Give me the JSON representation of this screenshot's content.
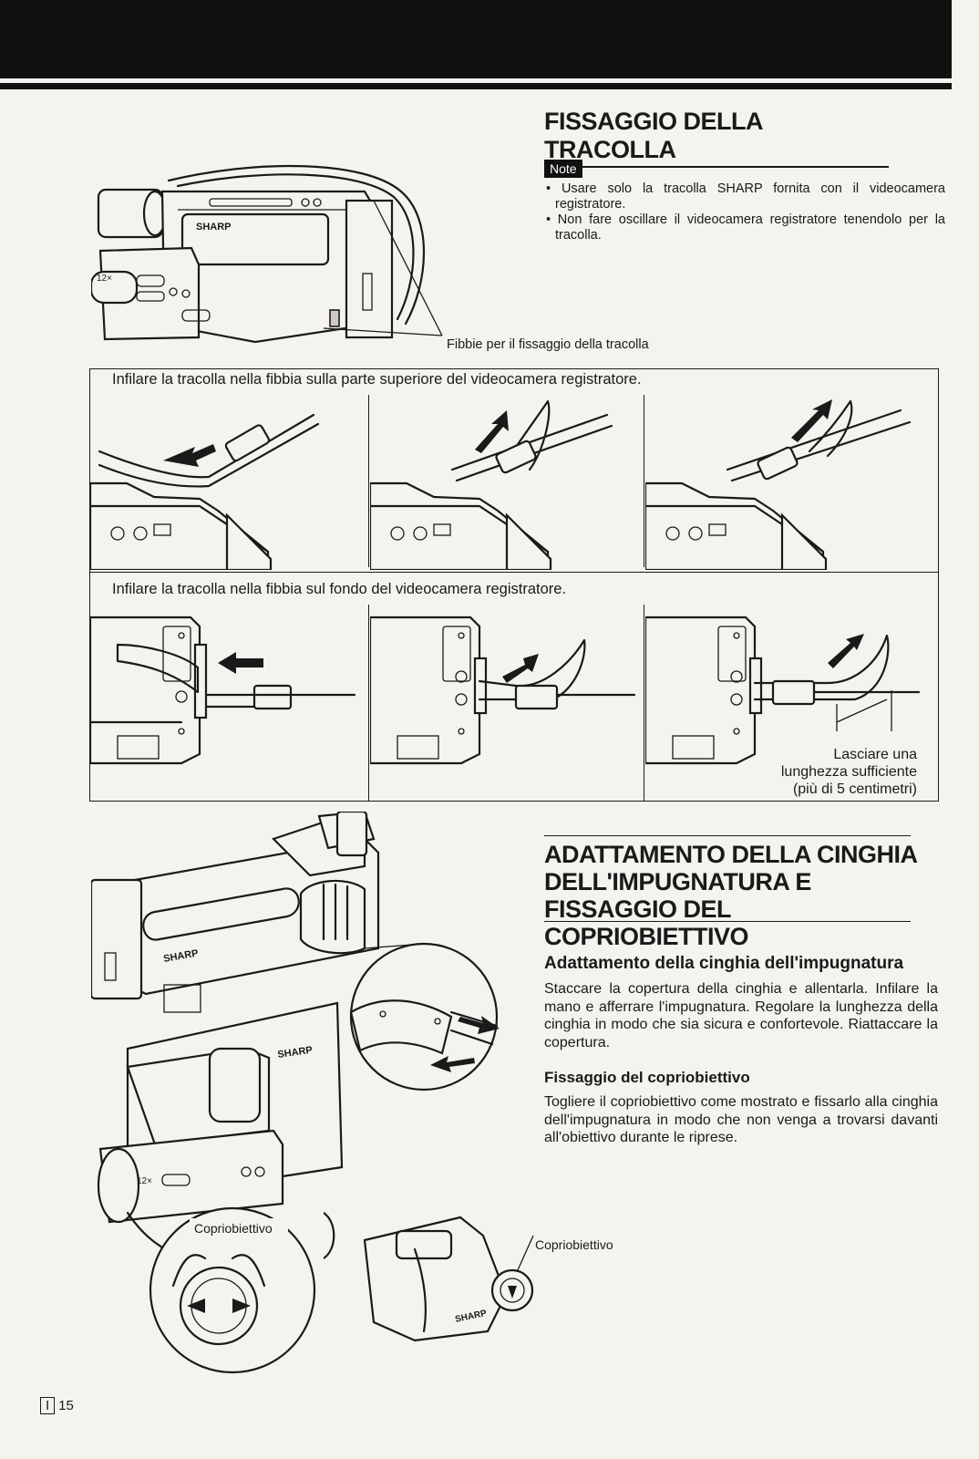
{
  "section_strap": {
    "title": "FISSAGGIO DELLA TRACOLLA",
    "note_badge": "Note",
    "notes": [
      "• Usare solo la tracolla SHARP fornita con il videocamera registratore.",
      "• Non fare oscillare il videocamera registratore tenendolo per la tracolla."
    ],
    "buckle_caption": "Fibbie per il fissaggio della tracolla",
    "brand_label": "SHARP",
    "zoom_label": "12×",
    "step_top": "Infilare la tracolla nella fibbia sulla parte superiore del videocamera registratore.",
    "step_bottom": "Infilare la tracolla nella fibbia sul fondo del videocamera registratore.",
    "length_note": "Lasciare una lunghezza sufficiente (più di 5 centimetri)"
  },
  "section_grip": {
    "title": "ADATTAMENTO DELLA CINGHIA DELL'IMPUGNATURA E FISSAGGIO DEL COPRIOBIETTIVO",
    "sub1": "Adattamento della cinghia dell'impugnatura",
    "p1": "Staccare la copertura della cinghia e allentarla. Infilare la mano e afferrare l'impugnatura. Regolare la lunghezza della cinghia in modo che sia sicura e confortevole. Riattaccare la copertura.",
    "sub2": "Fissaggio del copriobiettivo",
    "p2": "Togliere il copriobiettivo come mostrato e fissarlo alla cinghia dell'impugnatura in modo che non venga a trovarsi davanti all'obiettivo durante le riprese.",
    "lens_cap_label": "Copriobiettivo",
    "lens_cap_label_right": "Copriobiettivo",
    "brand_label": "SHARP",
    "zoom_label": "12×"
  },
  "footer": {
    "lang_box": "I",
    "page": "15"
  }
}
